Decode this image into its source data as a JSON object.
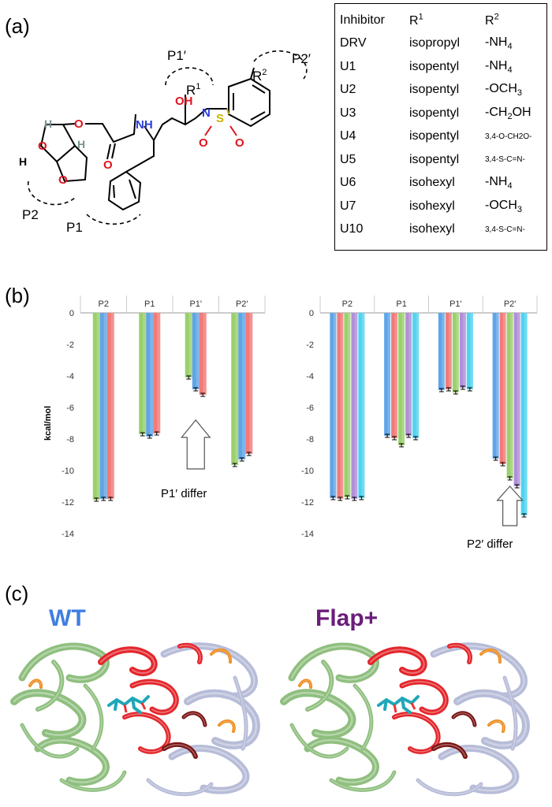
{
  "panels": {
    "a": "(a)",
    "b": "(b)",
    "c": "(c)"
  },
  "structure": {
    "pocket_labels": {
      "p1prime": "P1′",
      "p2prime": "P2′",
      "p2": "P2",
      "p1": "P1"
    },
    "r1": "R",
    "r1_sup": "1",
    "r2": "R",
    "r2_sup": "2",
    "atoms": {
      "oh": "OH",
      "nh": "NH",
      "n": "N",
      "s": "S",
      "o": "O",
      "h": "H"
    }
  },
  "table": {
    "headers": [
      "Inhibitor",
      "R1",
      "R2"
    ],
    "rows": [
      {
        "inhibitor": "DRV",
        "r1": "isopropyl",
        "r2": "-NH4"
      },
      {
        "inhibitor": "U1",
        "r1": "isopentyl",
        "r2": "-NH4"
      },
      {
        "inhibitor": "U2",
        "r1": "isopentyl",
        "r2": "-OCH3"
      },
      {
        "inhibitor": "U3",
        "r1": "isopentyl",
        "r2": "-CH2OH"
      },
      {
        "inhibitor": "U4",
        "r1": "isopentyl",
        "r2": "3,4-O-CH2O-"
      },
      {
        "inhibitor": "U5",
        "r1": "isopentyl",
        "r2": "3,4-S-C=N-"
      },
      {
        "inhibitor": "U6",
        "r1": "isohexyl",
        "r2": "-NH4"
      },
      {
        "inhibitor": "U7",
        "r1": "isohexyl",
        "r2": "-OCH3"
      },
      {
        "inhibitor": "U10",
        "r1": "isohexyl",
        "r2": "3,4-S-C=N-"
      }
    ]
  },
  "chart_data": [
    {
      "type": "bar",
      "categories": [
        "P2",
        "P1",
        "P1'",
        "P2'"
      ],
      "ylabel": "kcal/mol",
      "ylim": [
        -14,
        0
      ],
      "yticks": [
        0,
        -2,
        -4,
        -6,
        -8,
        -10,
        -12,
        -14
      ],
      "series_colors": [
        "#9ad06c",
        "#5fa5e8",
        "#f27a78"
      ],
      "values": [
        [
          -11.85,
          -11.8,
          -11.8
        ],
        [
          -7.7,
          -7.85,
          -7.65
        ],
        [
          -4.1,
          -4.85,
          -5.2
        ],
        [
          -9.65,
          -9.3,
          -8.95
        ]
      ],
      "annotation": "P1′ differ"
    },
    {
      "type": "bar",
      "categories": [
        "P2",
        "P1",
        "P1'",
        "P2'"
      ],
      "ylabel": "",
      "ylim": [
        -14,
        0
      ],
      "yticks": [
        0,
        -2,
        -4,
        -6,
        -8,
        -10,
        -12,
        -14
      ],
      "series_colors": [
        "#5fa5e8",
        "#f27a78",
        "#9ad06c",
        "#b08fd8",
        "#4fd3f0"
      ],
      "values": [
        [
          -11.75,
          -11.8,
          -11.7,
          -11.8,
          -11.75
        ],
        [
          -7.8,
          -7.95,
          -8.4,
          -7.8,
          -7.95
        ],
        [
          -4.9,
          -4.85,
          -5.05,
          -4.75,
          -4.85
        ],
        [
          -9.25,
          -9.6,
          -10.5,
          -11.0,
          -12.85
        ]
      ],
      "annotation": "P2′ differ"
    }
  ],
  "structures": {
    "left_label": "WT",
    "left_color": "#3f7fe0",
    "right_label": "Flap+",
    "right_color": "#6b1d7a"
  }
}
